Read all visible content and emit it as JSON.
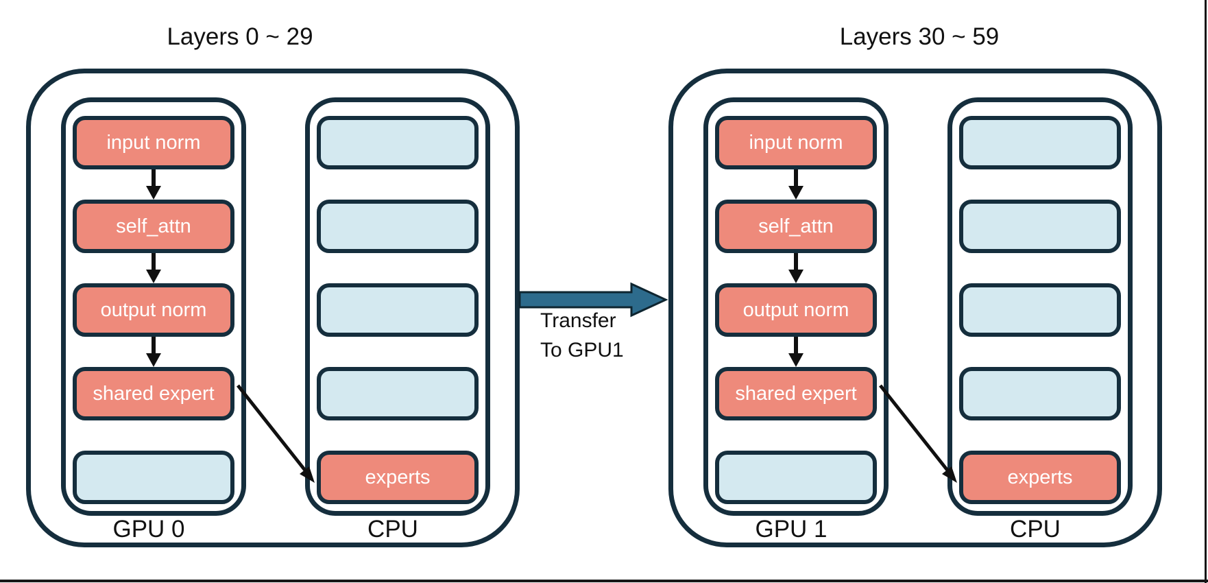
{
  "groups": [
    {
      "title": "Layers 0 ~ 29",
      "gpu": {
        "label": "GPU 0",
        "boxes": [
          "input norm",
          "self_attn",
          "output norm",
          "shared expert"
        ]
      },
      "cpu": {
        "label": "CPU",
        "experts": "experts"
      }
    },
    {
      "title": "Layers 30 ~ 59",
      "gpu": {
        "label": "GPU 1",
        "boxes": [
          "input norm",
          "self_attn",
          "output norm",
          "shared expert"
        ]
      },
      "cpu": {
        "label": "CPU",
        "experts": "experts"
      }
    }
  ],
  "transfer": {
    "line1": "Transfer",
    "line2": "To GPU1"
  },
  "colors": {
    "module_fill": "#ee8a7b",
    "empty_slot_fill": "#d4e9f0",
    "outline": "#152e3d",
    "transfer_arrow_fill": "#2d6b8c",
    "transfer_arrow_outline": "#0e2530",
    "flow_arrow": "#101010",
    "text_dark": "#111111",
    "text_light": "#ffffff"
  }
}
